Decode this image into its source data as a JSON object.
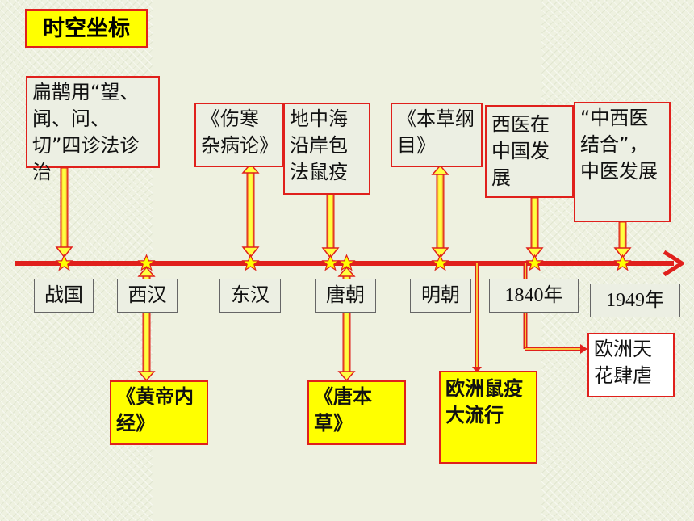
{
  "title": "时空坐标",
  "eras": {
    "zhanguo": "战国",
    "xihan": "西汉",
    "donghan": "东汉",
    "tangchao": "唐朝",
    "mingchao": "明朝",
    "y1840": "1840年",
    "y1949": "1949年"
  },
  "events": {
    "bianque": "扁鹊用“望、闻、问、切”四诊法诊治",
    "shanghan": "《伤寒杂病论》",
    "dizhonghai": "地中海沿岸包法鼠疫",
    "bencao": "《本草纲目》",
    "xiyi": "西医在中国发展",
    "zhongxiyi": "“中西医结合”，中医发展",
    "huangdi": "《黄帝内经》",
    "tangbencao": "《唐本草》",
    "ouzhoushuyi": "欧洲鼠疫大流行",
    "ouzhoutianhua": "欧洲天花肆虐"
  },
  "colors": {
    "timeline": "#e0201c",
    "star": "#ffff00",
    "highlight_box": "#ffff00",
    "plain_box": "#ecefe3"
  }
}
